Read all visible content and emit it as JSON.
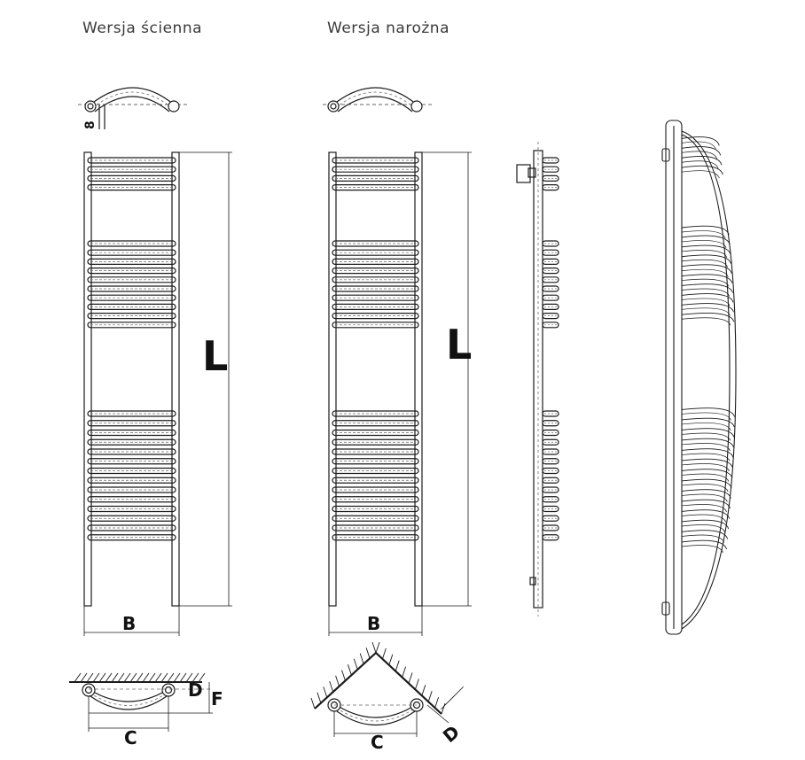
{
  "captions": {
    "wall_version": "Wersja ścienna",
    "corner_version": "Wersja narożna"
  },
  "dimension_labels": {
    "length": "L",
    "width": "B",
    "pipe_spacing": "C",
    "wall_distance": "D",
    "depth": "F",
    "pipe_diameter": "8"
  },
  "rung_groups": [
    4,
    10,
    14
  ],
  "colors": {
    "line": "#1a1a1a",
    "dash": "#666666",
    "text": "#3a3a3a"
  }
}
